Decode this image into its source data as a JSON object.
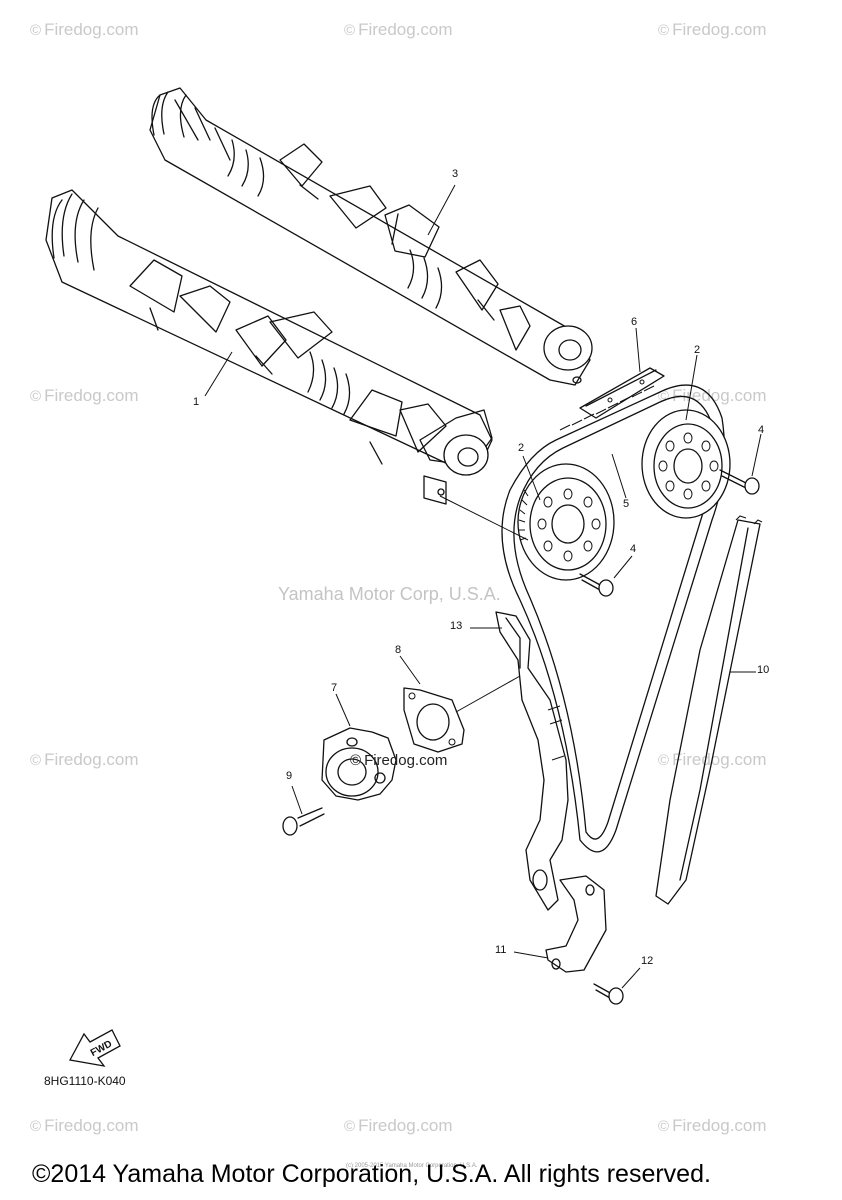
{
  "watermarks": {
    "firedog": "Firedog.com",
    "copyright_symbol": "©",
    "center": "Yamaha Motor Corp, U.S.A.",
    "overlay": "Firedog.com"
  },
  "callouts": [
    "1",
    "2",
    "2",
    "3",
    "4",
    "4",
    "5",
    "6",
    "7",
    "8",
    "9",
    "10",
    "11",
    "12",
    "13"
  ],
  "fwd_label": "FWD",
  "diagram_code": "8HG1110-K040",
  "fine_print": "(c) 2005-2015 Yamaha Motor Corporation, U.S.A.",
  "copyright": "©2014 Yamaha Motor Corporation, U.S.A. All rights reserved."
}
